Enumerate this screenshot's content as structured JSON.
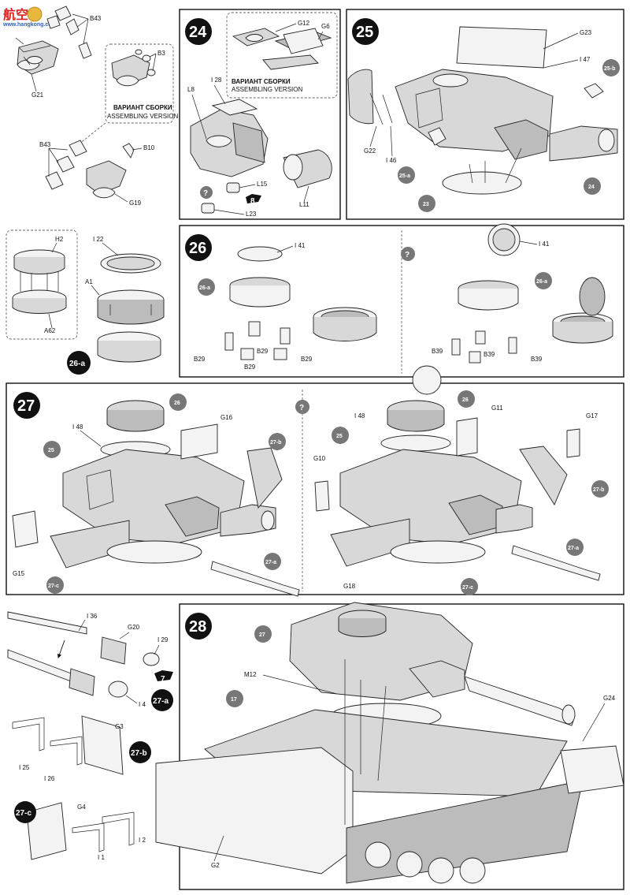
{
  "watermark": {
    "brand": "航空",
    "site": "www.hangkong.com"
  },
  "assembling_note": {
    "ru": "ВАРИАНТ СБОРКИ",
    "en": "ASSEMBLING VERSION"
  },
  "steps": {
    "s24": "24",
    "s25": "25",
    "s26": "26",
    "s27": "27",
    "s28": "28",
    "s26a": "26-a",
    "s27a": "27-a",
    "s27b": "27-b",
    "s27c": "27-c"
  },
  "option_marker": "?",
  "star_refs": {
    "r8": "8",
    "r7": "7"
  },
  "top_left": {
    "labels": {
      "b43a": "B43",
      "b3": "B3",
      "g21": "G21",
      "b43b": "B43",
      "b10": "B10",
      "g19": "G19"
    }
  },
  "step24": {
    "labels": {
      "l8": "L8",
      "i28": "I 28",
      "g12": "G12",
      "g6": "G6",
      "l15": "L15",
      "l23": "L23",
      "l11": "L11"
    }
  },
  "step25": {
    "labels": {
      "g23": "G23",
      "i47": "I 47",
      "r25b": "25-b",
      "g22": "G22",
      "i46": "I 46",
      "r25a": "25-a",
      "r23": "23",
      "r24": "24"
    }
  },
  "step26a": {
    "labels": {
      "h2": "H2",
      "i22": "I 22",
      "a1": "A1",
      "a62": "A62"
    }
  },
  "step26": {
    "labels": {
      "i41a": "I 41",
      "r26a_1": "26-a",
      "b29a": "B29",
      "b29b": "B29",
      "b29c": "B29",
      "b29d": "B29",
      "i41b": "I 41",
      "r26a_2": "26-a",
      "b39a": "B39",
      "b39b": "B39",
      "b39c": "B39"
    }
  },
  "step27": {
    "labels": {
      "r26_1": "26",
      "i48_1": "I 48",
      "g16": "G16",
      "r27b_1": "27-b",
      "r25_1": "25",
      "g15": "G15",
      "r27c_1": "27-c",
      "r27a_1": "27-a",
      "r26_2": "26",
      "i48_2": "I 48",
      "g11": "G11",
      "g17": "G17",
      "r25_2": "25",
      "g10": "G10",
      "r27b_2": "27-b",
      "g18": "G18",
      "r27c_2": "27-c",
      "r27a_2": "27-a"
    }
  },
  "sub27": {
    "labels": {
      "i36": "I 36",
      "g20": "G20",
      "i29": "I 29",
      "i4": "I 4",
      "g3": "G3",
      "i25": "I 25",
      "i26": "I 26",
      "g4": "G4",
      "i2": "I 2",
      "i1": "I 1"
    }
  },
  "step28": {
    "labels": {
      "r27": "27",
      "m12": "M12",
      "r17": "17",
      "g24": "G24",
      "g2": "G2"
    }
  }
}
